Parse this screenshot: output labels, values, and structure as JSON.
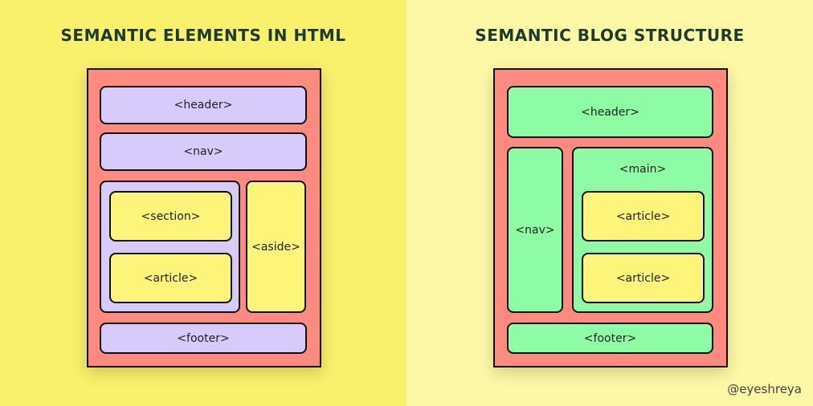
{
  "left": {
    "title": "SEMANTIC ELEMENTS IN HTML",
    "header": "<header>",
    "nav": "<nav>",
    "section": "<section>",
    "article": "<article>",
    "aside": "<aside>",
    "footer": "<footer>"
  },
  "right": {
    "title": "SEMANTIC BLOG STRUCTURE",
    "header": "<header>",
    "nav": "<nav>",
    "main": "<main>",
    "article1": "<article>",
    "article2": "<article>",
    "footer": "<footer>"
  },
  "credit": "@eyeshreya",
  "colors": {
    "frame": "#ff8a80",
    "purple": "#d6cbfb",
    "yellow": "#fdf57a",
    "green": "#8efca5"
  }
}
